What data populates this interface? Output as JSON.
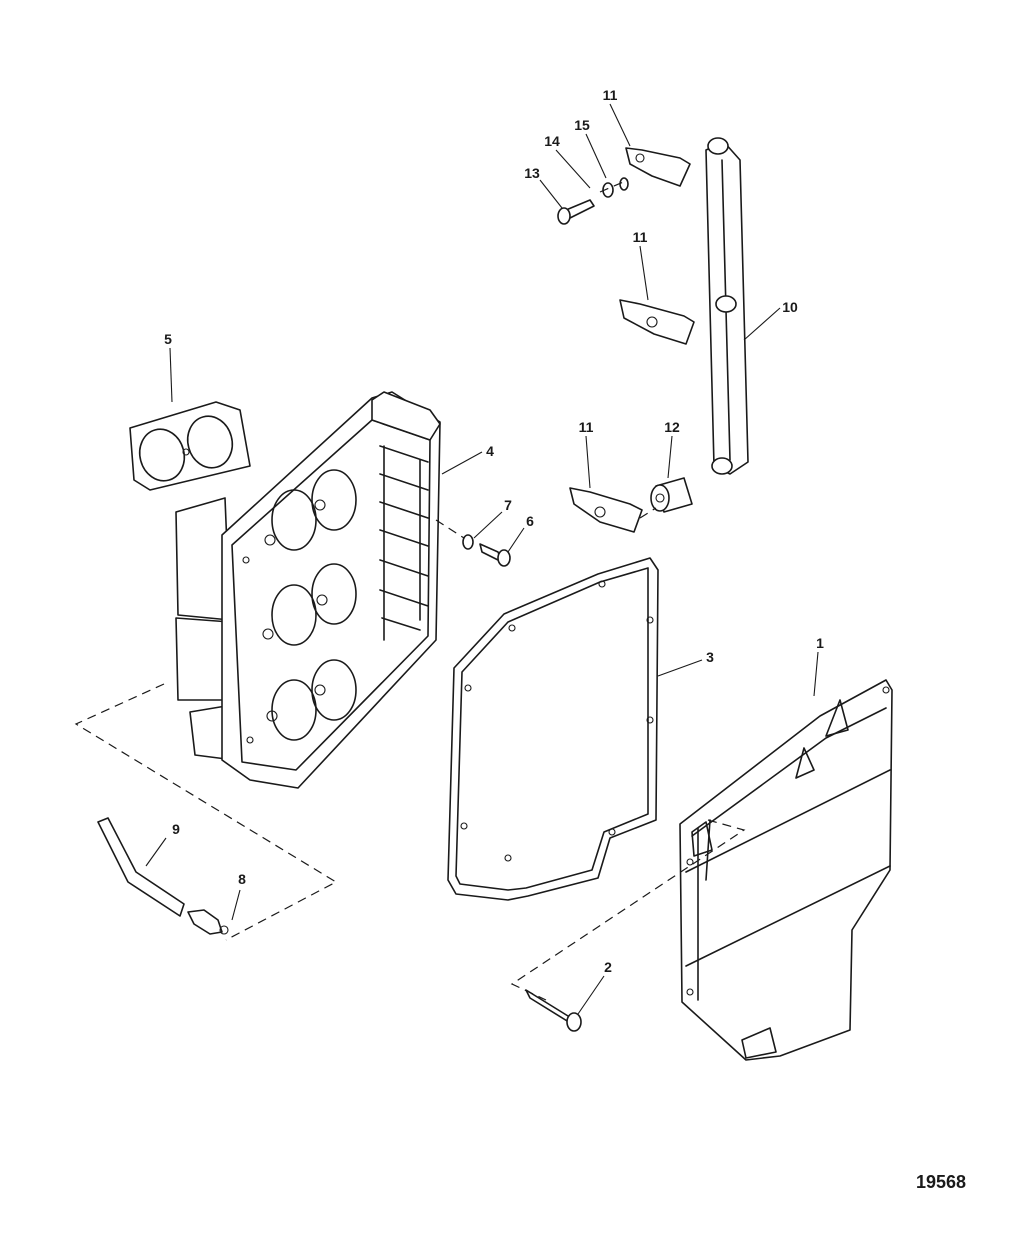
{
  "figure_number": "19568",
  "callouts": {
    "c1": "1",
    "c2": "2",
    "c3": "3",
    "c4": "4",
    "c5": "5",
    "c6": "6",
    "c7": "7",
    "c8": "8",
    "c9": "9",
    "c10": "10",
    "c11a": "11",
    "c11b": "11",
    "c11c": "11",
    "c12": "12",
    "c13": "13",
    "c14": "14",
    "c15": "15"
  }
}
